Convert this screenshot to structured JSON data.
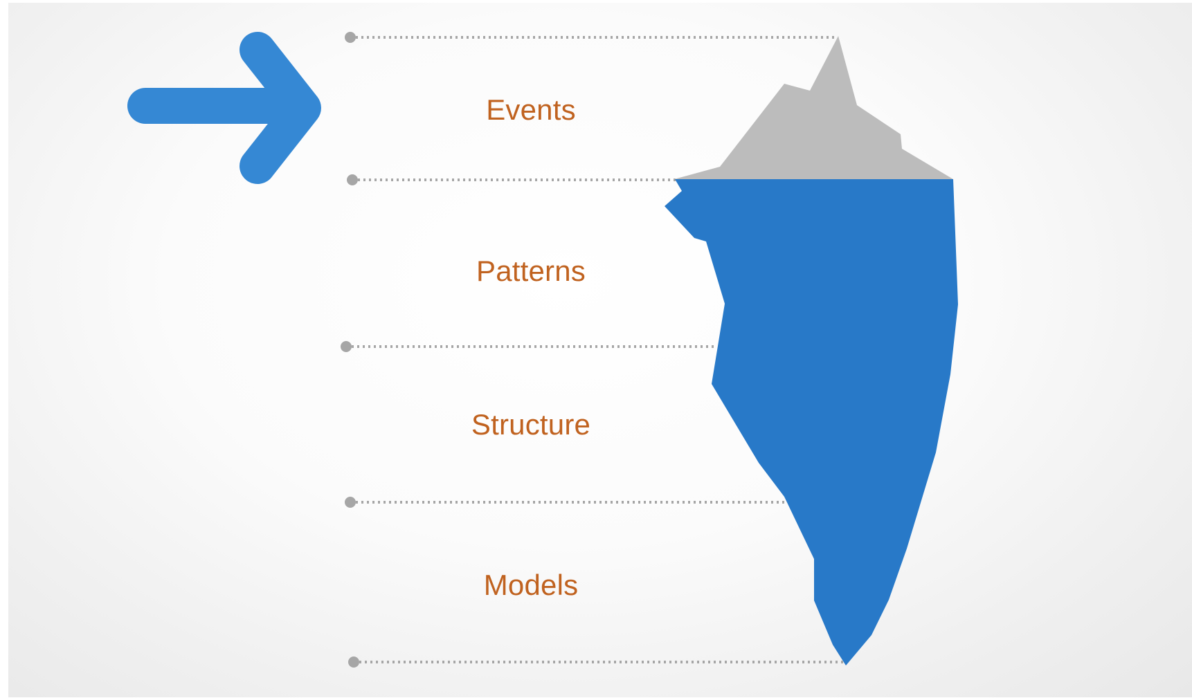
{
  "colors": {
    "label": "#c0621f",
    "arrow": "#3588d4",
    "iceberg_above": "#bcbcbc",
    "iceberg_below": "#2879c8",
    "divider": "#a6a6a6"
  },
  "icons": {
    "arrow": "right-arrow-icon"
  },
  "levels": [
    {
      "label": "Events"
    },
    {
      "label": "Patterns"
    },
    {
      "label": "Structure"
    },
    {
      "label": "Models"
    }
  ]
}
